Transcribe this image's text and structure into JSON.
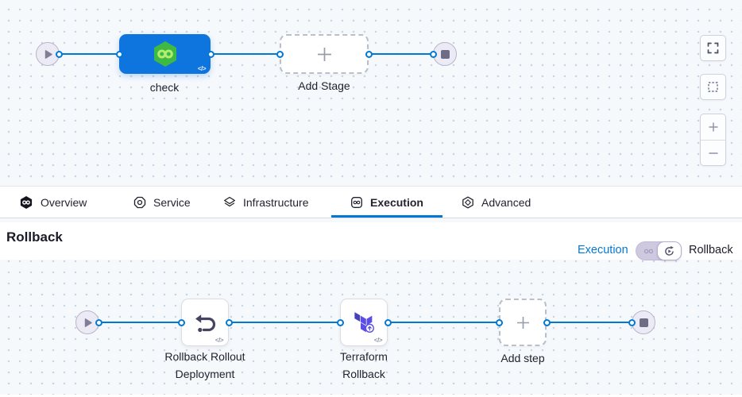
{
  "pipeline_top": {
    "stage": {
      "name": "check",
      "code_badge": "</>"
    },
    "add_stage": {
      "label": "Add Stage"
    }
  },
  "canvas_controls": {
    "buttons": [
      "fullscreen",
      "marquee-select",
      "zoom-in",
      "zoom-out"
    ]
  },
  "tabs": [
    {
      "label": "Overview",
      "icon": "harness-hexagon-icon",
      "active": false
    },
    {
      "label": "Service",
      "icon": "service-icon",
      "active": false
    },
    {
      "label": "Infrastructure",
      "icon": "infrastructure-icon",
      "active": false
    },
    {
      "label": "Execution",
      "icon": "execution-icon",
      "active": true
    },
    {
      "label": "Advanced",
      "icon": "advanced-icon",
      "active": false
    }
  ],
  "rollback_panel": {
    "title": "Rollback",
    "mode_toggle": {
      "left_label": "Execution",
      "right_label": "Rollback",
      "selected": "Rollback"
    }
  },
  "pipeline_bottom": {
    "steps": [
      {
        "name_line1": "Rollback Rollout",
        "name_line2": "Deployment",
        "icon": "rollback-arrow-icon",
        "code_badge": "</>"
      },
      {
        "name_line1": "Terraform",
        "name_line2": "Rollback",
        "icon": "terraform-icon",
        "code_badge": "</>"
      }
    ],
    "add_step": {
      "label": "Add step"
    }
  },
  "colors": {
    "accent_blue": "#0278d5",
    "stage_node_blue": "#0f75de",
    "harness_green": "#3eb944",
    "terraform_purple": "#5c4ee5",
    "canvas_background": "#f6f9fc"
  }
}
